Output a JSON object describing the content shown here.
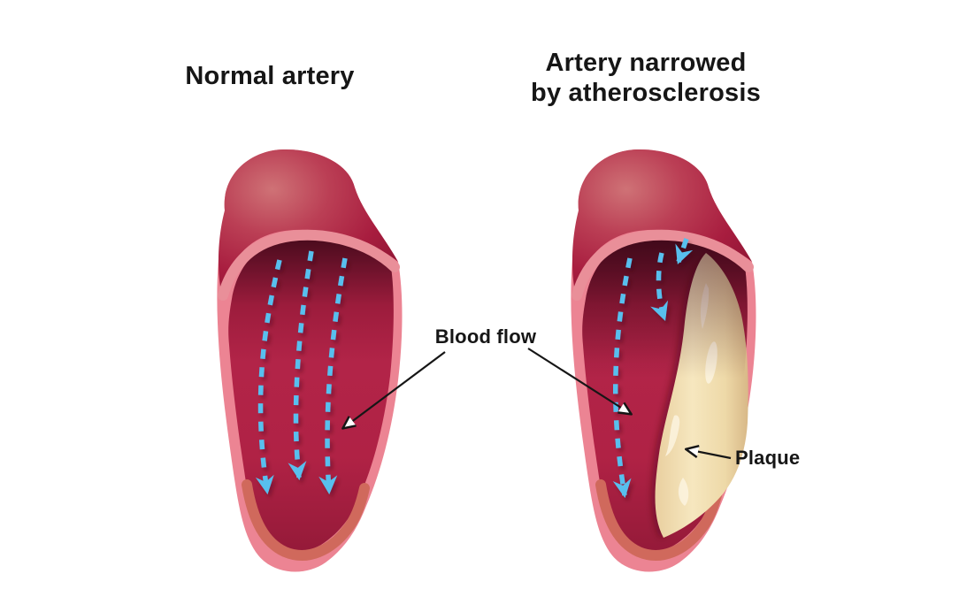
{
  "diagram": {
    "type": "medical-illustration",
    "title_left": "Normal artery",
    "title_right_line1": "Artery narrowed",
    "title_right_line2": "by atherosclerosis",
    "label_blood_flow": "Blood flow",
    "label_plaque": "Plaque",
    "flow_arrows": {
      "normal_artery": 3,
      "narrowed_artery": 3
    },
    "colors": {
      "background": "#ffffff",
      "artery_exterior": "#a91e40",
      "artery_exterior_highlight": "#cf7276",
      "artery_wall_pink": "#ec8493",
      "artery_cut_edge": "#e98f99",
      "artery_bottom_lip": "#d0695c",
      "lumen_red": "#b02245",
      "lumen_shadow": "#470b1c",
      "plaque_cream": "#f3e0b4",
      "flow_arrow_blue": "#58bfee",
      "annotation_black": "#161616",
      "text_color": "#161616"
    }
  }
}
